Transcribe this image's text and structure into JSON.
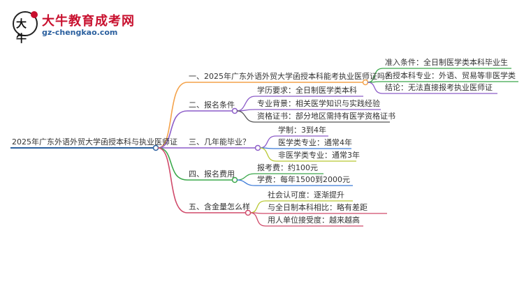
{
  "logo": {
    "title": "大牛教育成考网",
    "url": "gz-chengkao.com",
    "badge_text": "大牛"
  },
  "root": {
    "label": "2025年广东外语外贸大学函授本科与执业医师证"
  },
  "branches": [
    {
      "label": "一、2025年广东外语外贸大学函授本科能考执业医师证吗？",
      "color": "#f4a24a",
      "children": [
        {
          "label": "准入条件：全日制医学类本科毕业生",
          "color": "#3aa84a"
        },
        {
          "label": "函授本科专业：外语、贸易等非医学类",
          "color": "#3aa84a"
        },
        {
          "label": "结论：无法直接报考执业医师证",
          "color": "#8c5cc8"
        }
      ]
    },
    {
      "label": "二、报名条件",
      "color": "#8c5cc8",
      "children": [
        {
          "label": "学历要求：全日制医学类本科",
          "color": "#8c5cc8"
        },
        {
          "label": "专业背景：相关医学知识与实践经验",
          "color": "#8c5cc8"
        },
        {
          "label": "资格证书：部分地区需持有医学资格证书",
          "color": "#555555"
        }
      ]
    },
    {
      "label": "三、几年能毕业？",
      "color": "#8c5cc8",
      "children": [
        {
          "label": "学制：3到4年",
          "color": "#8c5cc8"
        },
        {
          "label": "医学类专业：通常4年",
          "color": "#3a7ad8"
        },
        {
          "label": "非医学类专业：通常3年",
          "color": "#b8c832"
        }
      ]
    },
    {
      "label": "四、报名费用",
      "color": "#3aa84a",
      "children": [
        {
          "label": "报考费：约100元",
          "color": "#3aa84a"
        },
        {
          "label": "学费：每年1500到2000元",
          "color": "#3a7ad8"
        }
      ]
    },
    {
      "label": "五、含金量怎么样",
      "color": "#d04a6a",
      "children": [
        {
          "label": "社会认可度：逐渐提升",
          "color": "#b8c832"
        },
        {
          "label": "与全日制本科相比：略有差距",
          "color": "#d04a6a"
        },
        {
          "label": "用人单位接受度：越来越高",
          "color": "#d04a6a"
        }
      ]
    }
  ],
  "root_color": "#2a5f9e"
}
